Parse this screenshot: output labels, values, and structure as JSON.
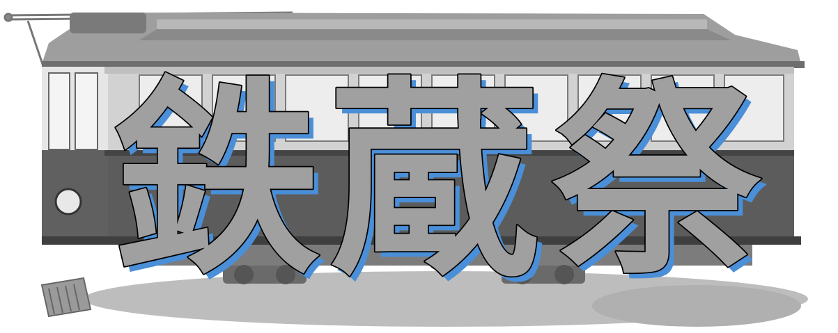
{
  "title": {
    "text": "鉄蔵祭",
    "chars": [
      "鉄",
      "蔵",
      "祭"
    ],
    "fill_color": "#a0a0a0",
    "outline_color": "#000000",
    "shadow_color": "#4a8fd8"
  },
  "background": {
    "subject": "tram-illustration",
    "body_light_color": "#d2d2d2",
    "body_mid_color": "#9e9e9e",
    "body_dark_color": "#5c5c5c",
    "ground_shadow_color": "#bdbdbd"
  }
}
